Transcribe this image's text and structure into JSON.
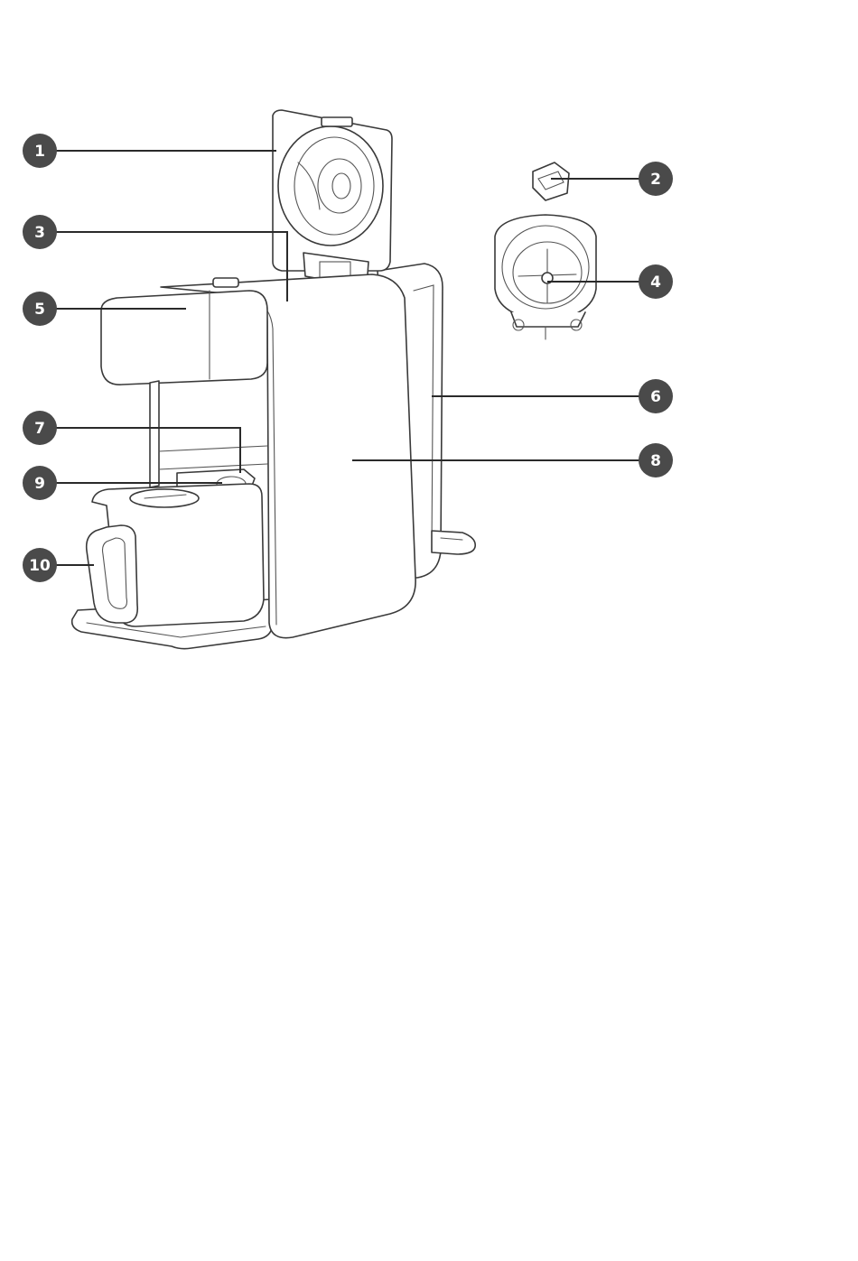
{
  "callouts": [
    {
      "id": "1",
      "label": "1"
    },
    {
      "id": "2",
      "label": "2"
    },
    {
      "id": "3",
      "label": "3"
    },
    {
      "id": "4",
      "label": "4"
    },
    {
      "id": "5",
      "label": "5"
    },
    {
      "id": "6",
      "label": "6"
    },
    {
      "id": "7",
      "label": "7"
    },
    {
      "id": "8",
      "label": "8"
    },
    {
      "id": "9",
      "label": "9"
    },
    {
      "id": "10",
      "label": "10"
    }
  ],
  "colors": {
    "badge": "#4a4a4a",
    "badge_text": "#ffffff",
    "line": "#2a2a2a",
    "outline": "#3a3a3a"
  }
}
